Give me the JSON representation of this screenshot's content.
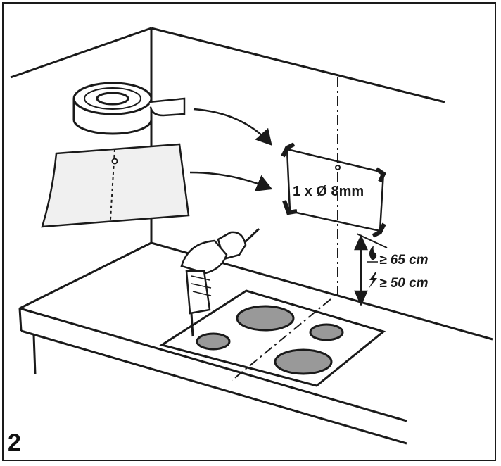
{
  "figure": {
    "step_number": "2",
    "hole_spec": "1 x Ø 8mm",
    "distance_gas": "≥ 65 cm",
    "distance_electric": "≥ 50 cm",
    "ink_color": "#1a1a1a",
    "burner_fill": "#999999",
    "sheet_fill": "#f0f0f0"
  }
}
